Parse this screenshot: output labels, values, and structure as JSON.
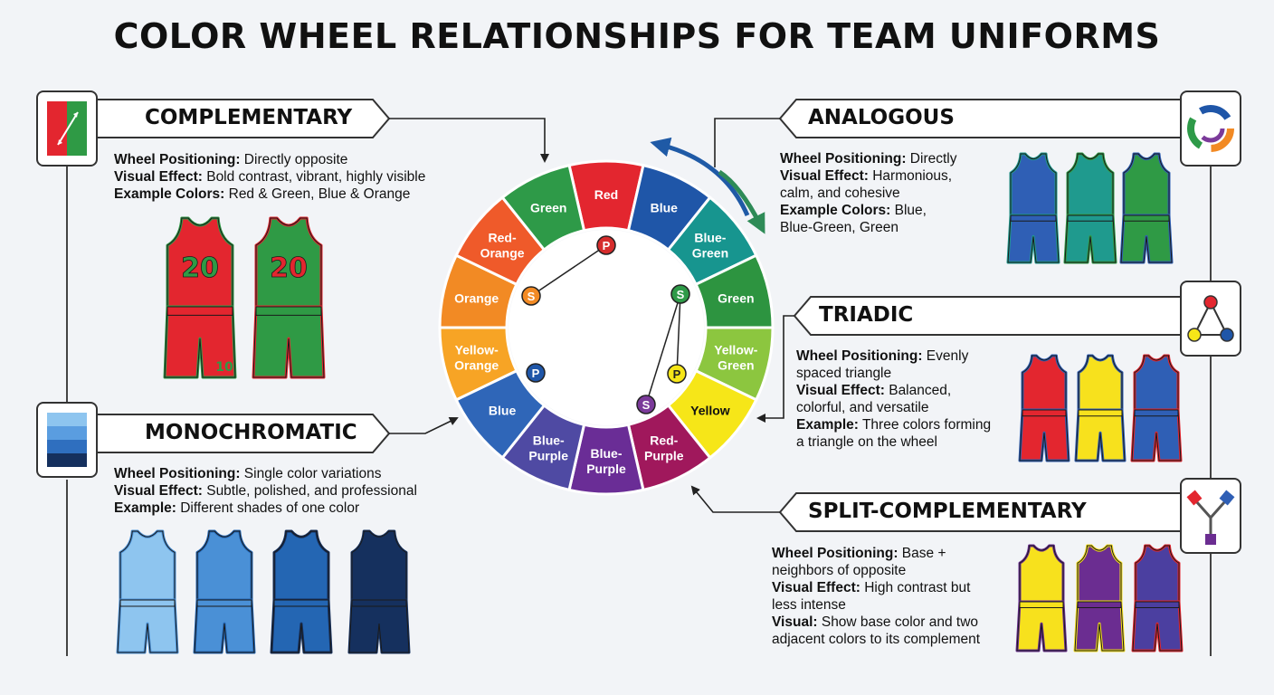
{
  "title": "COLOR WHEEL RELATIONSHIPS FOR TEAM UNIFORMS",
  "sections": {
    "complementary": {
      "name": "COMPLEMENTARY",
      "lines": [
        {
          "label": "Wheel Positioning:",
          "text": " Directly opposite"
        },
        {
          "label": "Visual Effect:",
          "text": " Bold contrast, vibrant, highly visible"
        },
        {
          "label": "Example Colors:",
          "text": " Red & Green, Blue & Orange"
        }
      ],
      "jersey_numbers": [
        "20",
        "20"
      ],
      "shorts_number": "10"
    },
    "monochromatic": {
      "name": "MONOCHROMATIC",
      "lines": [
        {
          "label": "Wheel Positioning:",
          "text": " Single color variations"
        },
        {
          "label": "Visual Effect:",
          "text": " Subtle, polished, and professional"
        },
        {
          "label": "Example:",
          "text": " Different shades of one color"
        }
      ]
    },
    "analogous": {
      "name": "ANALOGOUS",
      "lines": [
        {
          "label": "Wheel Positioning:",
          "text": " Directly"
        },
        {
          "label": "Visual Effect:",
          "text": " Harmonious,"
        },
        {
          "label": "",
          "text": "calm, and cohesive"
        },
        {
          "label": "Example Colors:",
          "text": " Blue,"
        },
        {
          "label": "",
          "text": "Blue-Green, Green"
        }
      ]
    },
    "triadic": {
      "name": "TRIADIC",
      "lines": [
        {
          "label": "Wheel Positioning:",
          "text": " Evenly"
        },
        {
          "label": "",
          "text": "spaced triangle"
        },
        {
          "label": "Visual Effect:",
          "text": " Balanced,"
        },
        {
          "label": "",
          "text": "colorful, and versatile"
        },
        {
          "label": "Example:",
          "text": " Three colors forming"
        },
        {
          "label": "",
          "text": "a triangle on the wheel"
        }
      ]
    },
    "split": {
      "name": "SPLIT-COMPLEMENTARY",
      "lines": [
        {
          "label": "Wheel Positioning:",
          "text": " Base +"
        },
        {
          "label": "",
          "text": "neighbors of opposite"
        },
        {
          "label": "Visual Effect:",
          "text": " High contrast but"
        },
        {
          "label": "",
          "text": "less intense"
        },
        {
          "label": "Visual:",
          "text": " Show base color and two"
        },
        {
          "label": "",
          "text": "adjacent colors to its complement"
        }
      ]
    }
  },
  "wheel": {
    "segments": [
      {
        "label": "Red",
        "color": "#e3262f"
      },
      {
        "label": "Blue",
        "color": "#1f56a8"
      },
      {
        "label": "Blue-\nGreen",
        "color": "#17958f"
      },
      {
        "label": "Green",
        "color": "#2d9440"
      },
      {
        "label": "Yellow-\nGreen",
        "color": "#8cc63f"
      },
      {
        "label": "Yellow",
        "color": "#f6e618"
      },
      {
        "label": "Red-\nPurple",
        "color": "#a0185c"
      },
      {
        "label": "Blue-\nPurple",
        "color": "#6a2d96"
      },
      {
        "label": "Blue-\nPurple",
        "color": "#4f4aa3"
      },
      {
        "label": "Blue",
        "color": "#2f66b8"
      },
      {
        "label": "Yellow-\nOrange",
        "color": "#f7a425"
      },
      {
        "label": "Orange",
        "color": "#f28a24"
      },
      {
        "label": "Red-\nOrange",
        "color": "#ef5a2a"
      },
      {
        "label": "Green",
        "color": "#2e9a48"
      }
    ],
    "markers": [
      {
        "label": "P",
        "color": "#d62c2c",
        "text_color": "#ffffff"
      },
      {
        "label": "S",
        "color": "#f28a24",
        "text_color": "#ffffff"
      },
      {
        "label": "S",
        "color": "#2e9a48",
        "text_color": "#ffffff"
      },
      {
        "label": "P",
        "color": "#f6e618",
        "text_color": "#222222"
      },
      {
        "label": "S",
        "color": "#7b3a9a",
        "text_color": "#ffffff"
      },
      {
        "label": "P",
        "color": "#1f56a8",
        "text_color": "#ffffff"
      }
    ]
  },
  "colors": {
    "red": "#e3262f",
    "green": "#2f9a45",
    "blue": "#2f5fb5",
    "teal": "#1f9a8e",
    "yellow": "#f7e11d",
    "purple": "#6b2d91",
    "violet": "#4b3fa0",
    "mono": [
      "#8ec5ef",
      "#4a90d6",
      "#2466b3",
      "#15305e"
    ],
    "arrow_blue": "#1f5aa6",
    "arrow_green": "#2e8b57"
  }
}
